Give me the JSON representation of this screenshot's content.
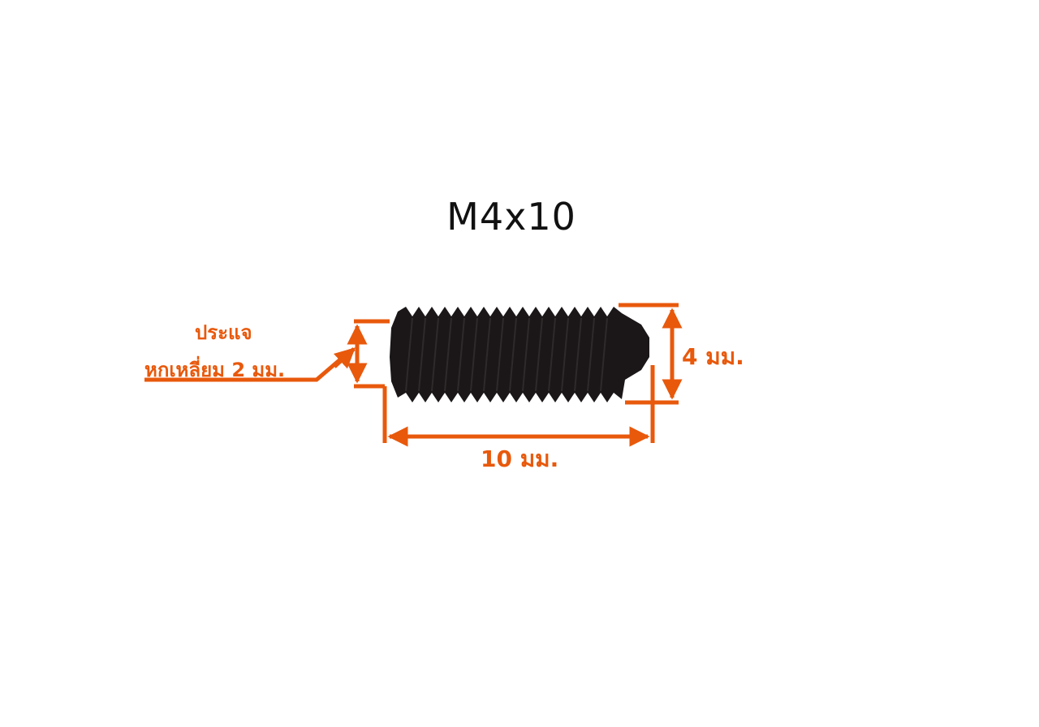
{
  "title": "M4x10",
  "accent_color": "#e8590c",
  "screw_color": "#1b1718",
  "labels": {
    "wrench_line1": "ประแจ",
    "wrench_line2": "หกเหลี่ยม 2 มม.",
    "diameter": "4 มม.",
    "length": "10 มม."
  },
  "icons": {
    "screw": "set-screw-icon",
    "dimension_arrow": "double-headed-arrow"
  }
}
